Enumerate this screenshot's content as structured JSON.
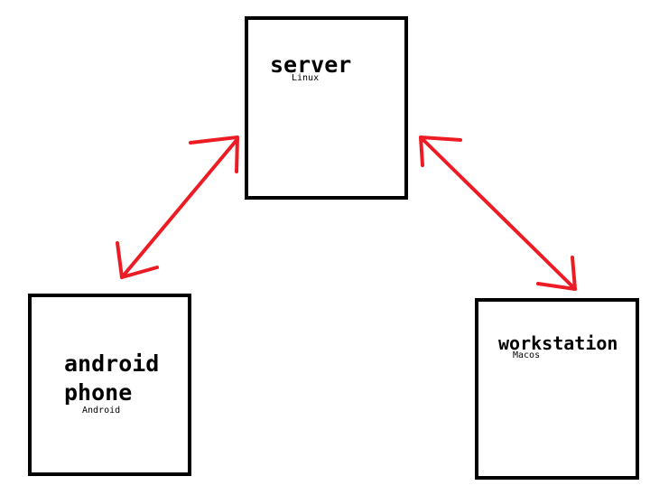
{
  "nodes": {
    "server": {
      "title": "server",
      "subtitle": "Linux"
    },
    "android": {
      "title": "android\nphone",
      "subtitle": "Android"
    },
    "workstation": {
      "title": "workstation",
      "subtitle": "Macos"
    }
  },
  "connections": [
    {
      "from": "server",
      "to": "android",
      "bidirectional": true,
      "color": "#ed1c24"
    },
    {
      "from": "server",
      "to": "workstation",
      "bidirectional": true,
      "color": "#ed1c24"
    }
  ],
  "colors": {
    "box_border": "#000000",
    "arrow": "#ed1c24",
    "background": "#ffffff"
  }
}
